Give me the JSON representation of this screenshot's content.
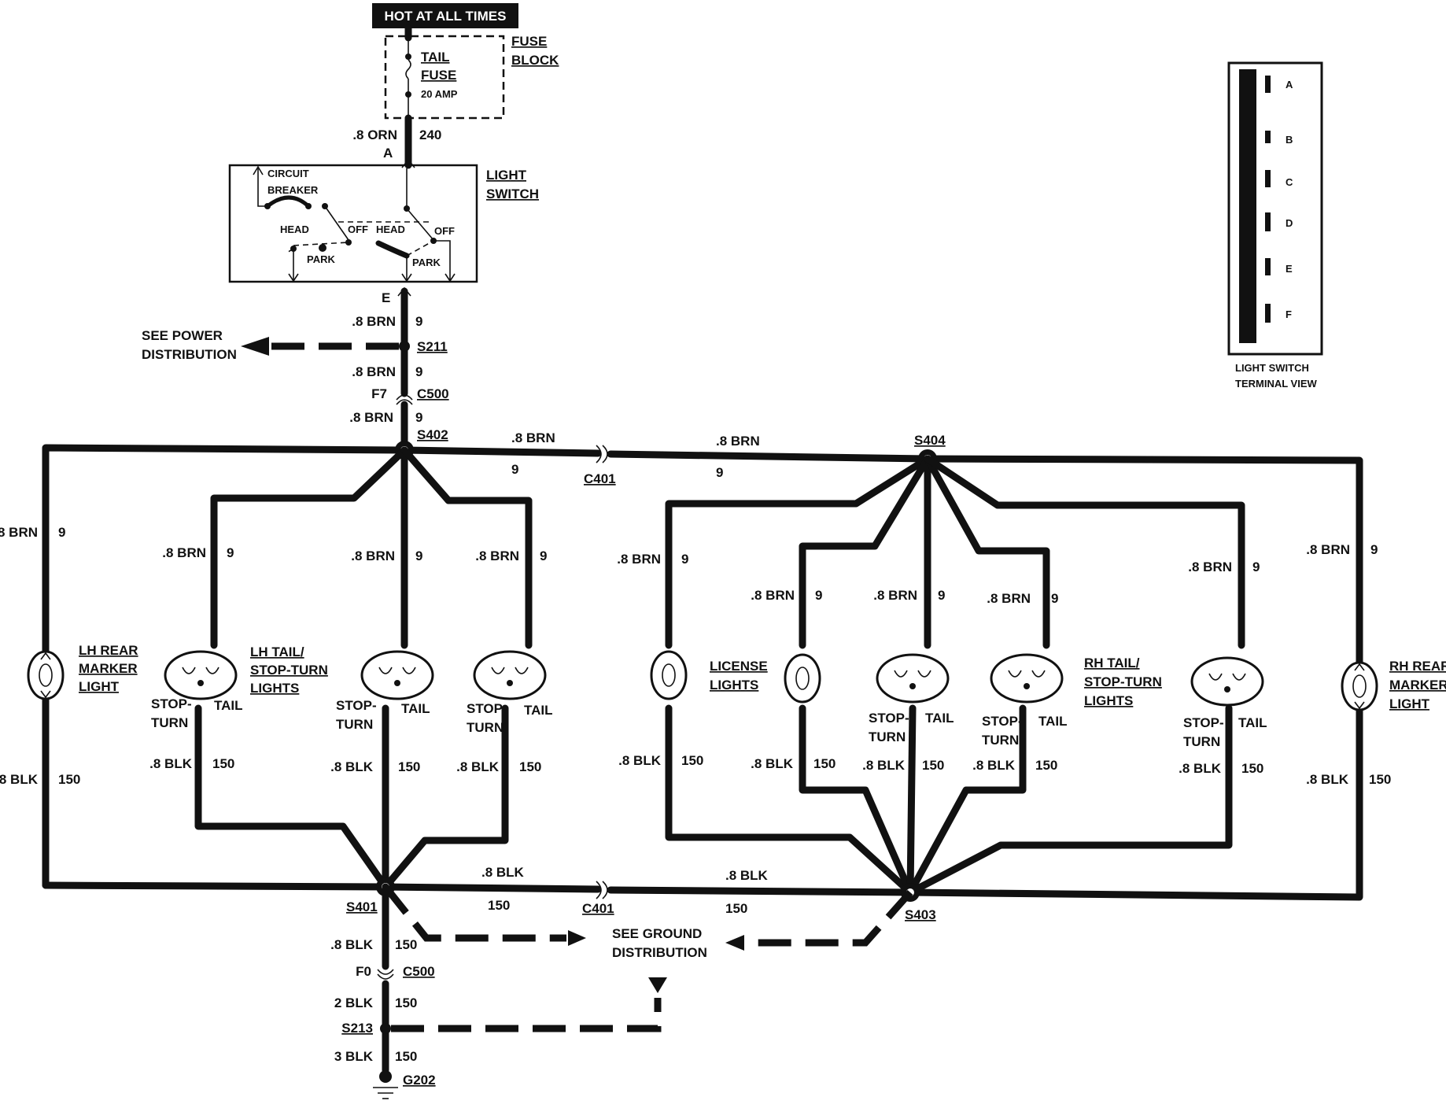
{
  "header": {
    "hot_label": "HOT AT ALL TIMES"
  },
  "fuse": {
    "name_line1": "TAIL",
    "name_line2": "FUSE",
    "rating": "20 AMP",
    "block_line1": "FUSE",
    "block_line2": "BLOCK"
  },
  "feed_wire": {
    "gauge": ".8 ORN",
    "circuit": "240",
    "terminal": "A"
  },
  "light_switch": {
    "label_line1": "LIGHT",
    "label_line2": "SWITCH",
    "breaker_line1": "CIRCUIT",
    "breaker_line2": "BREAKER",
    "head_left": "HEAD",
    "off_left": "OFF",
    "park_left": "PARK",
    "head_right": "HEAD",
    "off_right": "OFF",
    "park_right": "PARK",
    "out_terminal": "E"
  },
  "terminal_view": {
    "pins": [
      "A",
      "B",
      "C",
      "D",
      "E",
      "F"
    ],
    "caption_line1": "LIGHT SWITCH",
    "caption_line2": "TERMINAL VIEW"
  },
  "power_branch": {
    "line1": "SEE POWER",
    "line2": "DISTRIBUTION"
  },
  "ground_branch": {
    "line1": "SEE GROUND",
    "line2": "DISTRIBUTION"
  },
  "splices": {
    "s211": "S211",
    "s402": "S402",
    "s404": "S404",
    "s401": "S401",
    "s403": "S403",
    "s213": "S213",
    "g202": "G202"
  },
  "connectors": {
    "c500_top": "C500",
    "f7": "F7",
    "c401_top": "C401",
    "c401_bottom": "C401",
    "c500_bottom": "C500",
    "f0": "F0"
  },
  "wires": {
    "brn": ".8 BRN",
    "brn_circuit": "9",
    "blk": ".8 BLK",
    "blk_circuit": "150",
    "blk2": "2 BLK",
    "blk3": "3 BLK"
  },
  "lamps": {
    "lh_marker": [
      "LH REAR",
      "MARKER",
      "LIGHT"
    ],
    "lh_tail": [
      "LH TAIL/",
      "STOP-TURN",
      "LIGHTS"
    ],
    "license": [
      "LICENSE",
      "LIGHTS"
    ],
    "rh_tail": [
      "RH TAIL/",
      "STOP-TURN",
      "LIGHTS"
    ],
    "rh_marker": [
      "RH REAR",
      "MARKER",
      "LIGHT"
    ],
    "stop_line1": "STOP-",
    "stop_line2": "TURN",
    "tail": "TAIL"
  }
}
